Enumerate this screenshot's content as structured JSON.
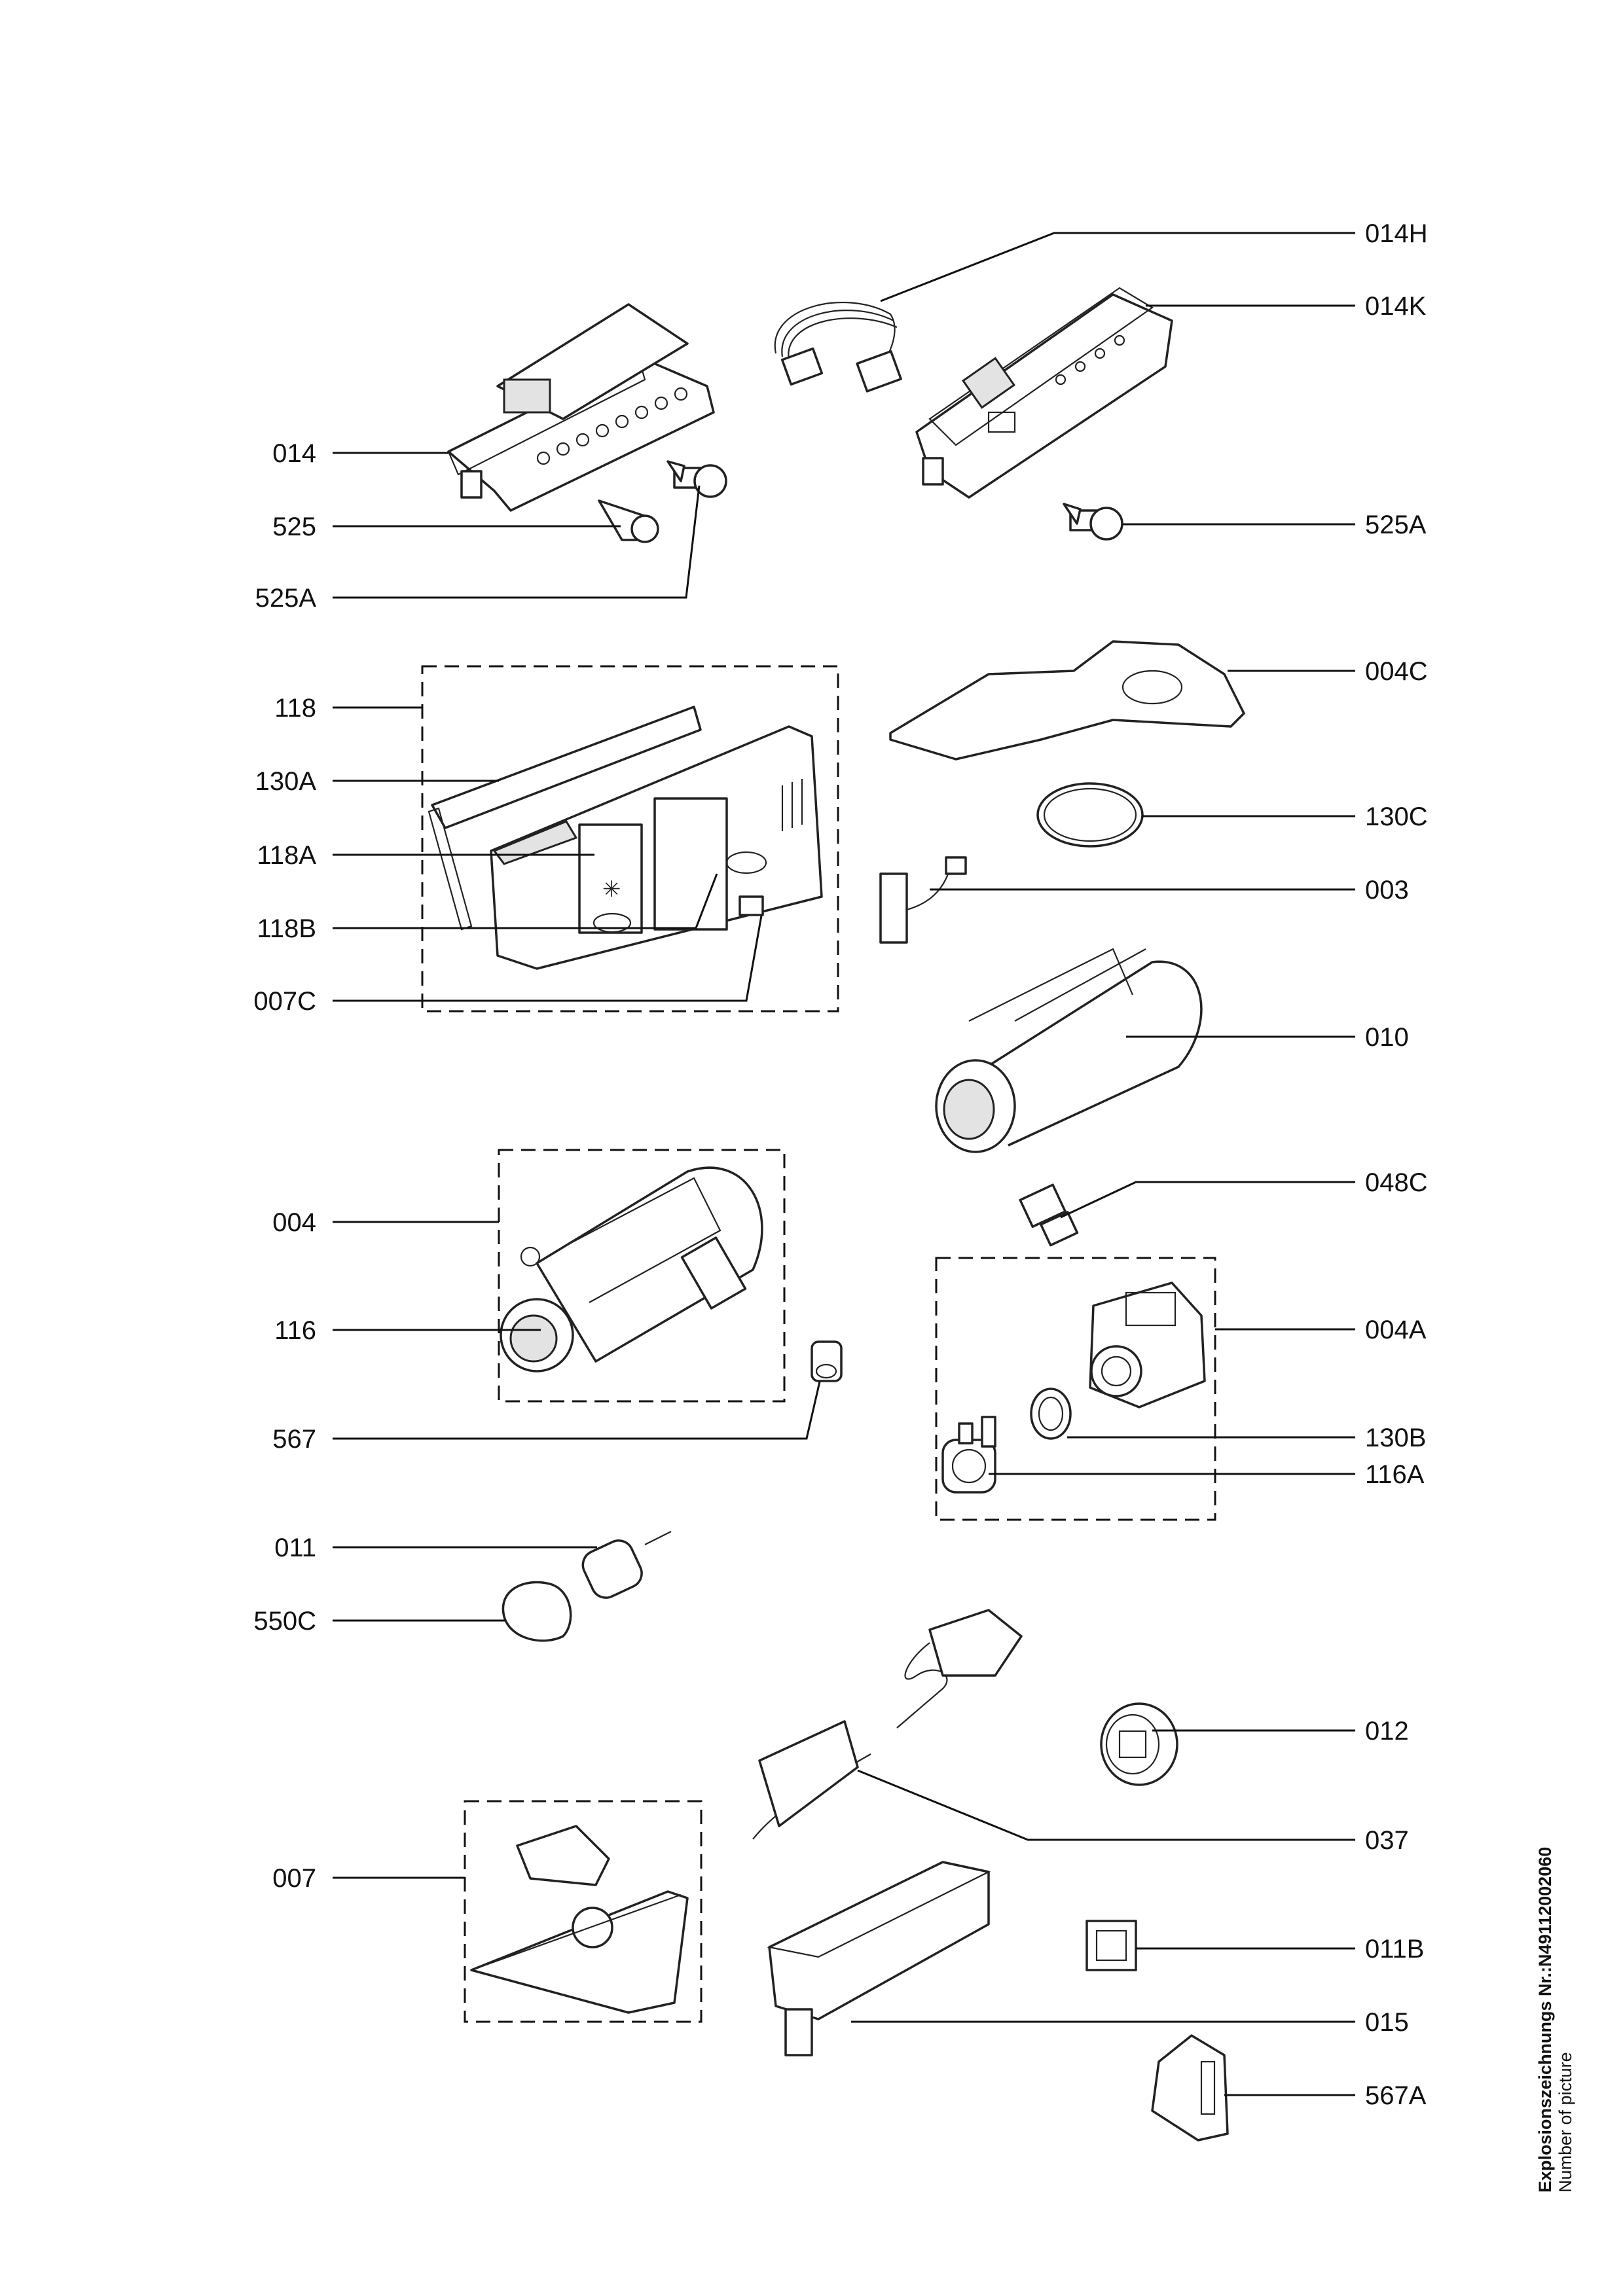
{
  "labels": {
    "l014H": "014H",
    "l014K": "014K",
    "l014": "014",
    "l525": "525",
    "l525A_left": "525A",
    "l525A_right": "525A",
    "l118": "118",
    "l130A": "130A",
    "l118A": "118A",
    "l118B": "118B",
    "l007C": "007C",
    "l004C": "004C",
    "l130C": "130C",
    "l003": "003",
    "l010": "010",
    "l004": "004",
    "l116": "116",
    "l567": "567",
    "l048C": "048C",
    "l004A": "004A",
    "l130B": "130B",
    "l116A": "116A",
    "l011": "011",
    "l550C": "550C",
    "l012": "012",
    "l037": "037",
    "l007": "007",
    "l011B": "011B",
    "l015": "015",
    "l567A": "567A"
  },
  "footer": {
    "drawing_number": "Explosionszeichnungs Nr.:N49112002060",
    "caption": "Number of picture"
  }
}
